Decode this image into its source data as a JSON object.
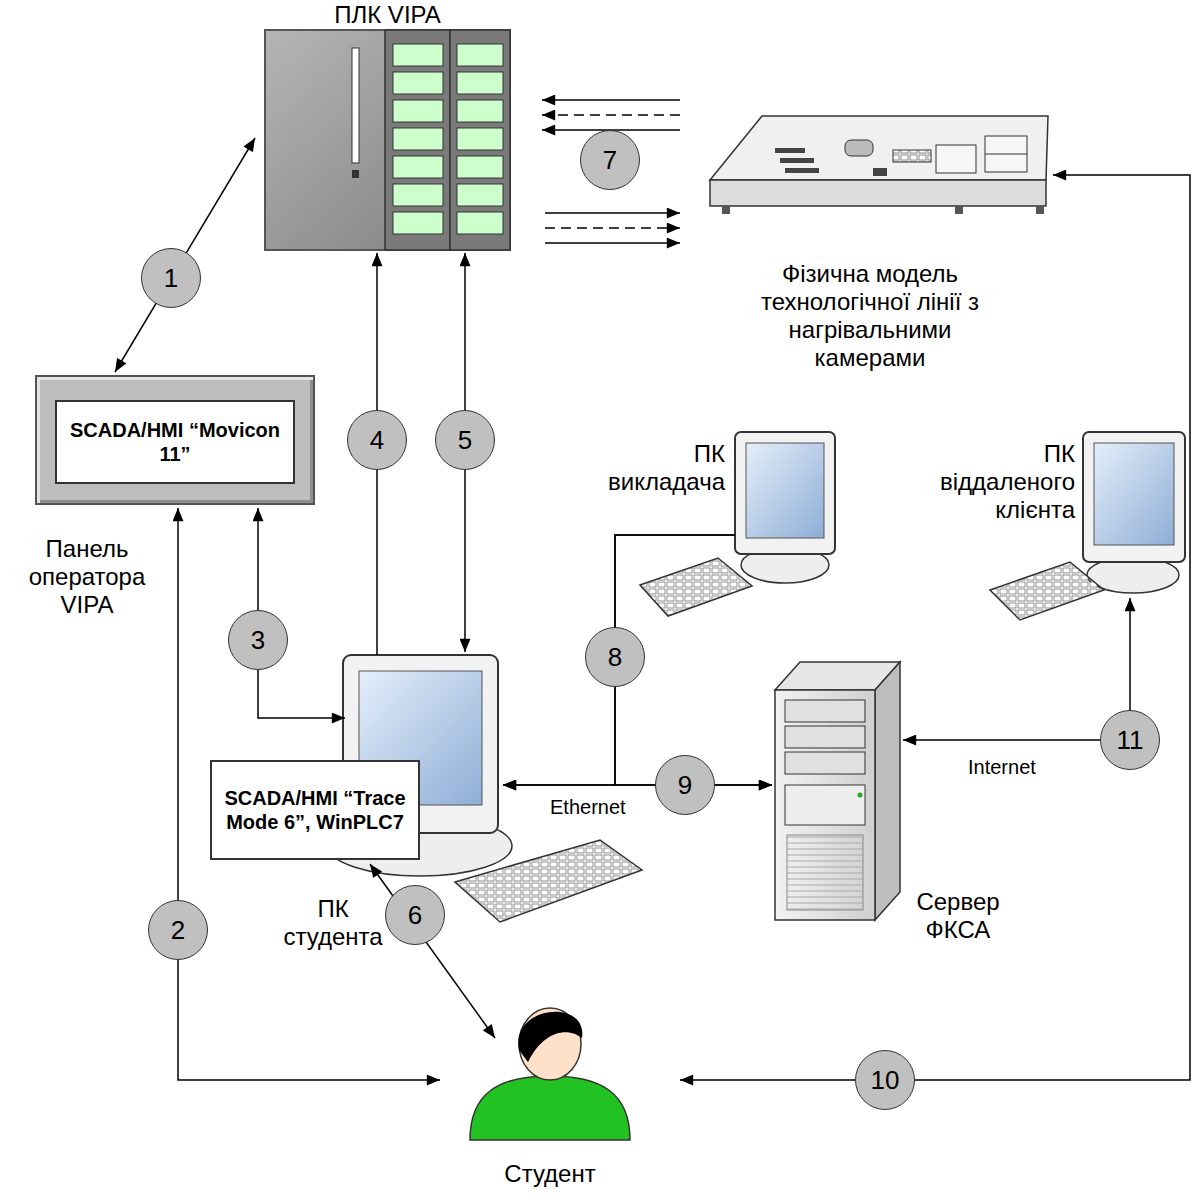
{
  "diagram": {
    "nodes": [
      {
        "text": [
          "ПЛК VIPA"
        ]
      },
      {
        "text": [
          "Фізична модель технологічної лінії з нагрівальними камерами"
        ]
      },
      {
        "text": [
          "SCADA/HMI “Movicon 11”",
          "Панель оператора VIPA"
        ]
      },
      {
        "text": [
          "SCADA/HMI “Trace Mode 6”, WinPLC7",
          "ПК студента"
        ]
      },
      {
        "text": [
          "ПК викладача"
        ]
      },
      {
        "text": [
          "ПК віддаленого клієнта"
        ]
      },
      {
        "text": [
          "Сервер ФКСА"
        ]
      },
      {
        "text": [
          "Студент"
        ]
      }
    ],
    "edges": [
      {
        "from": 2,
        "to": 0,
        "arrow": "both",
        "label": "1"
      },
      {
        "from": 2,
        "to": 7,
        "arrow": "both",
        "label": "2"
      },
      {
        "from": 3,
        "to": 2,
        "arrow": "both",
        "label": "3"
      },
      {
        "from": 3,
        "to": 0,
        "arrow": "to",
        "label": "4"
      },
      {
        "from": 3,
        "to": 0,
        "arrow": "both",
        "label": "5"
      },
      {
        "from": 7,
        "to": 3,
        "arrow": "both",
        "label": "6"
      },
      {
        "from": 0,
        "to": 1,
        "arrow": "both",
        "label": "7"
      },
      {
        "from": 4,
        "to": 3,
        "arrow": "to",
        "label": "8"
      },
      {
        "from": 4,
        "to": 6,
        "arrow": "to"
      },
      {
        "from": 3,
        "to": 6,
        "arrow": "both",
        "label": "9"
      },
      {
        "from": 1,
        "to": 7,
        "arrow": "both",
        "label": "10"
      },
      {
        "from": 6,
        "to": 5,
        "arrow": "both",
        "label": "11"
      }
    ],
    "labels": [
      "Ethernet",
      "Internet"
    ]
  }
}
